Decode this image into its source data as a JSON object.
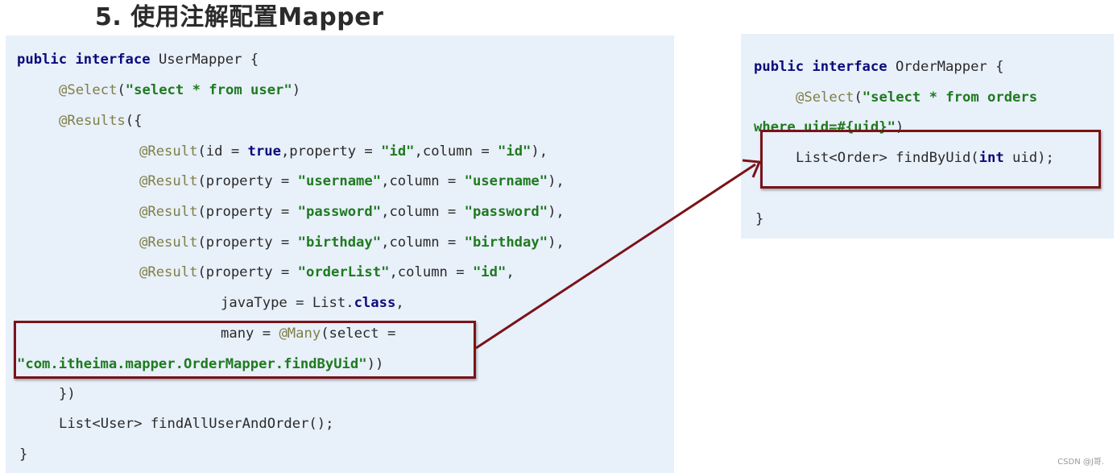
{
  "heading": "5. 使用注解配置Mapper",
  "watermark": "CSDN @J哥.",
  "user_mapper": {
    "l1": {
      "kw1": "public",
      "kw2": "interface",
      "rest": " UserMapper {"
    },
    "l2": {
      "ann": "@Select",
      "p1": "(",
      "str": "\"select * from user\"",
      "p2": ")"
    },
    "l3": {
      "ann": "@Results",
      "p1": "({"
    },
    "l4": {
      "ann": "@Result",
      "p1": "(id = ",
      "kw": "true",
      "p2": ",property = ",
      "s1": "\"id\"",
      "p3": ",column = ",
      "s2": "\"id\"",
      "p4": "),"
    },
    "l5": {
      "ann": "@Result",
      "p1": "(property = ",
      "s1": "\"username\"",
      "p2": ",column = ",
      "s2": "\"username\"",
      "p3": "),"
    },
    "l6": {
      "ann": "@Result",
      "p1": "(property = ",
      "s1": "\"password\"",
      "p2": ",column = ",
      "s2": "\"password\"",
      "p3": "),"
    },
    "l7": {
      "ann": "@Result",
      "p1": "(property = ",
      "s1": "\"birthday\"",
      "p2": ",column = ",
      "s2": "\"birthday\"",
      "p3": "),"
    },
    "l8": {
      "ann": "@Result",
      "p1": "(property = ",
      "s1": "\"orderList\"",
      "p2": ",column = ",
      "s2": "\"id\"",
      "p3": ","
    },
    "l9": {
      "p1": "javaType = List.",
      "kw": "class",
      "p2": ","
    },
    "l10": {
      "p1": "many = ",
      "ann": "@Many",
      "p2": "(select ="
    },
    "l11": {
      "str": "\"com.itheima.mapper.OrderMapper.findByUid\"",
      "p1": "))"
    },
    "l12": {
      "text": "})"
    },
    "l13": {
      "text": "List<User> findAllUserAndOrder();"
    },
    "l14": {
      "text": "}"
    }
  },
  "order_mapper": {
    "l1": {
      "kw1": "public",
      "kw2": "interface",
      "rest": " OrderMapper {"
    },
    "l2": {
      "ann": "@Select",
      "p1": "(",
      "str": "\"select * from orders"
    },
    "l3": {
      "str": "where uid=#{uid}\"",
      "p1": ")"
    },
    "l4": {
      "p1": "List<Order> findByUid(",
      "kw": "int",
      "p2": " uid);"
    },
    "l5": {
      "text": "}"
    }
  },
  "colors": {
    "panel_bg": "#e8f0fa",
    "keyword": "#0b0b7a",
    "annotation": "#7f7f46",
    "string": "#1f7a1f",
    "highlight_border": "#7a1318",
    "arrow": "#7a1318"
  }
}
